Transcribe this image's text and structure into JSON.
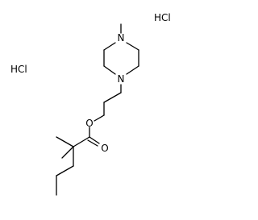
{
  "molecule": {
    "atoms": {
      "nitrogen_top": "N",
      "nitrogen_bottom": "N",
      "ester_oxygen": "O",
      "carbonyl_oxygen": "O"
    },
    "counterions": {
      "salt_right": "HCl",
      "salt_left": "HCl"
    }
  }
}
